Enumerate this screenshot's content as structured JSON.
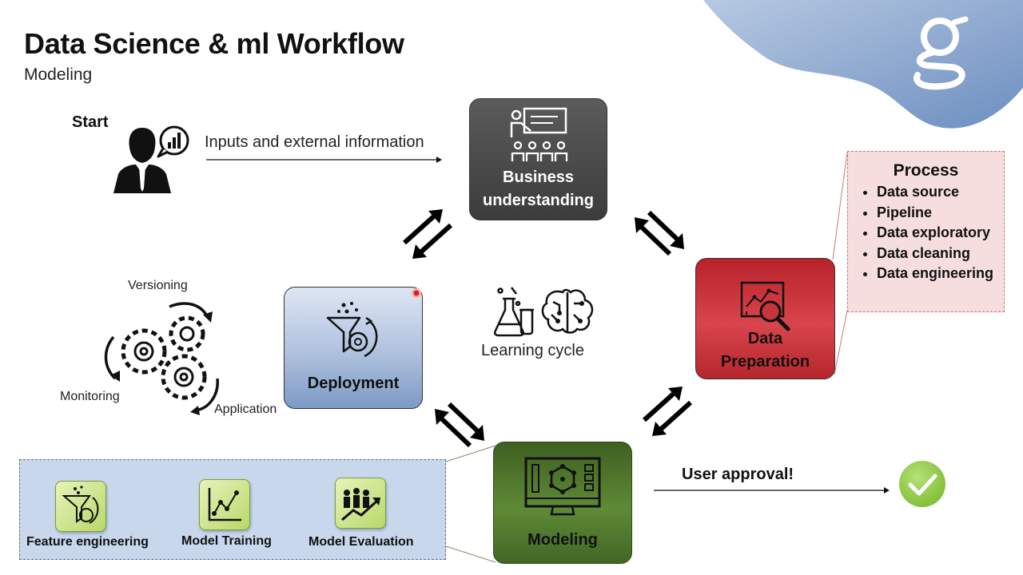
{
  "title": "Data Science & ml Workflow",
  "subtitle": "Modeling",
  "start": {
    "label": "Start",
    "inputs_text": "Inputs and external information"
  },
  "stages": {
    "business": "Business understanding",
    "business_line1": "Business",
    "business_line2": "understanding",
    "data_prep_line1": "Data",
    "data_prep_line2": "Preparation",
    "deployment": "Deployment",
    "modeling": "Modeling"
  },
  "process": {
    "title": "Process",
    "items": [
      "Data source",
      "Pipeline",
      "Data exploratory",
      "Data cleaning",
      "Data engineering"
    ]
  },
  "deployment_cycle": {
    "versioning": "Versioning",
    "monitoring": "Monitoring",
    "application": "Application"
  },
  "learning_cycle": "Learning cycle",
  "modeling_steps": [
    "Feature engineering",
    "Model Training",
    "Model Evaluation"
  ],
  "approval": "User approval!",
  "colors": {
    "business": "#4a4a4a",
    "data_prep": "#c8343b",
    "deployment": "#a9bddb",
    "modeling": "#537a2e",
    "process_bg": "#f7dede",
    "model_box_bg": "#c8d7ec",
    "check": "#8cc63f",
    "blob": "#7f9cc4"
  }
}
